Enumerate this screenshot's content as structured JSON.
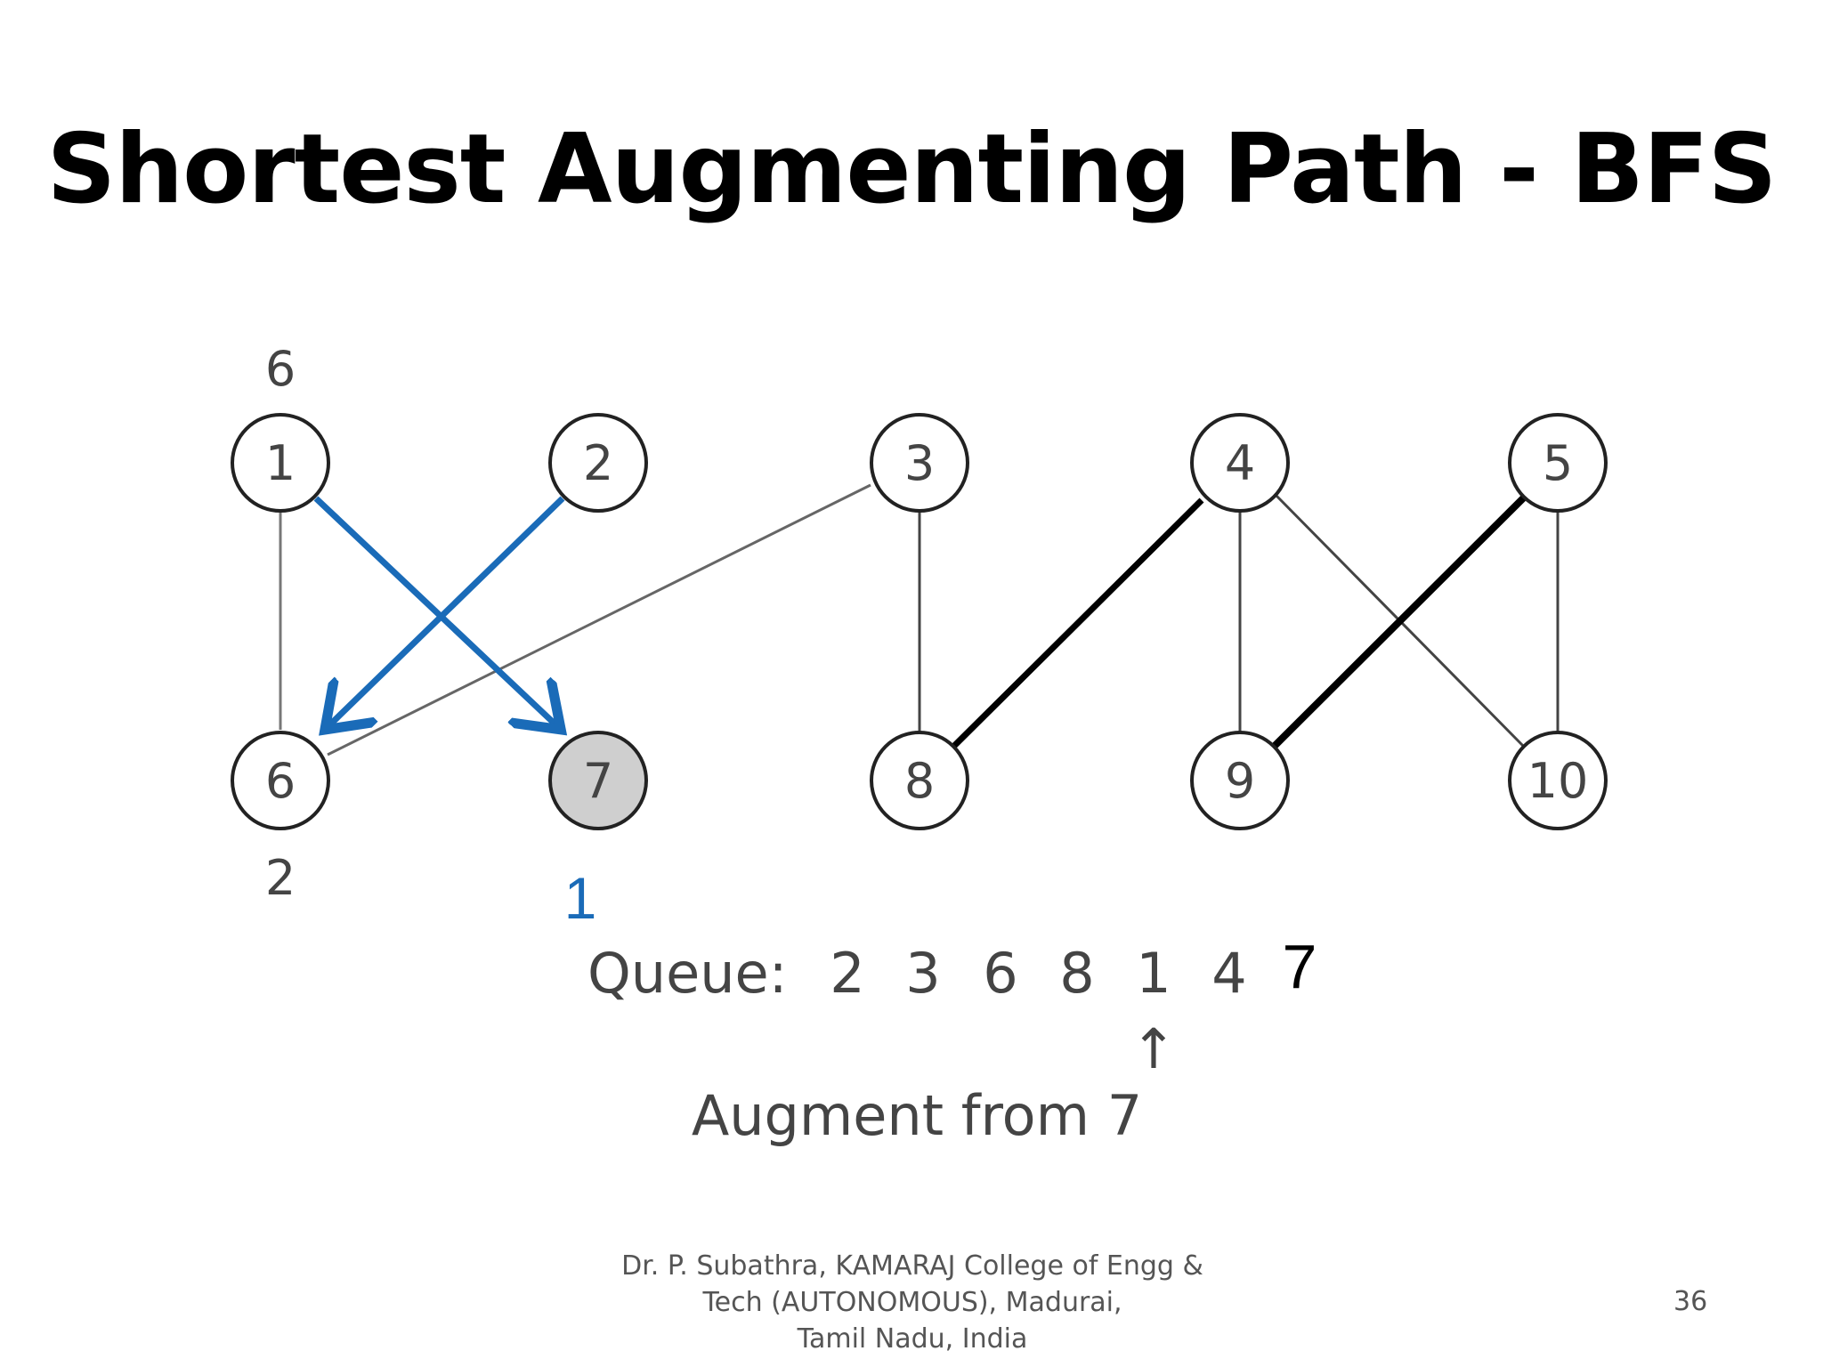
{
  "slide": {
    "title": "Shortest Augmenting Path - BFS",
    "footer_line1": "Dr. P. Subathra, KAMARAJ College of Engg &",
    "footer_line2": "Tech (AUTONOMOUS), Madurai,",
    "footer_line3": "Tamil Nadu, India",
    "page_number": "36"
  },
  "graph": {
    "top_nodes": [
      "1",
      "2",
      "3",
      "4",
      "5"
    ],
    "bottom_nodes": [
      "6",
      "7",
      "8",
      "9",
      "10"
    ],
    "highlighted_node": "7",
    "label_above_1": "6",
    "label_below_6": "2",
    "label_below_7": "1",
    "edge_color": "#555555",
    "matched_edge_color": "#000000",
    "arrow_color": "#1a6bb8",
    "highlight_fill": "#cfcfcf"
  },
  "queue": {
    "label": "Queue:",
    "items": [
      "2",
      "3",
      "6",
      "8",
      "1",
      "4"
    ],
    "appended_item": "7",
    "pointer_glyph": "↑",
    "augment_text": "Augment from 7"
  }
}
